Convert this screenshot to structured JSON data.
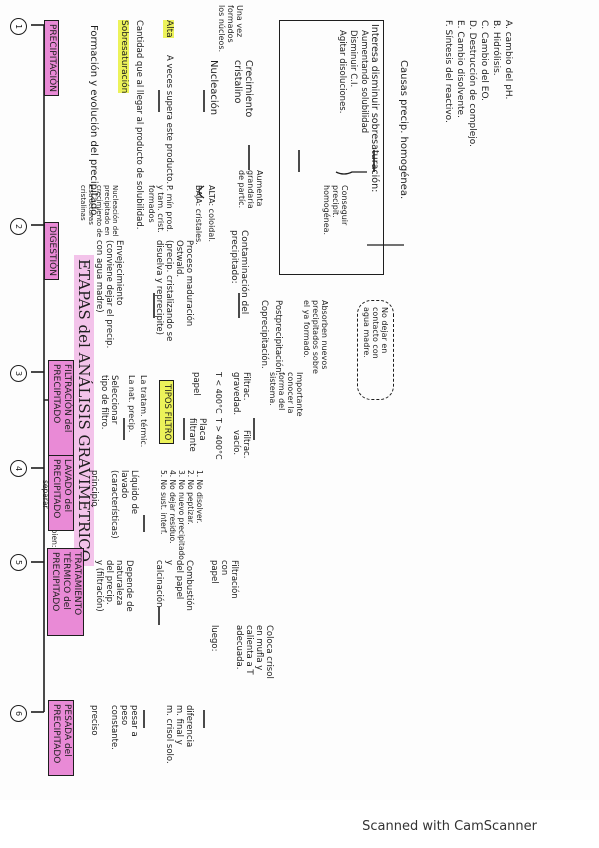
{
  "title": "ETAPAS del ANÁLISIS GRAVIMÉTRICO",
  "corner_note": "Si no sé tipo bien: solución para separar",
  "footer": "Scanned with CamScanner",
  "stages": [
    {
      "num": "1",
      "label": "PRECIPITACIÓN"
    },
    {
      "num": "2",
      "label": "DIGESTIÓN"
    },
    {
      "num": "3",
      "label": "FILTRACIÓN del PRECIPITADO"
    },
    {
      "num": "4",
      "label": "LAVADO del PRECIPITADO"
    },
    {
      "num": "5",
      "label": "TRATAMIENTO TÉRMICO del PRECIPITADO"
    },
    {
      "num": "6",
      "label": "PESADA del PRECIPITADO"
    }
  ],
  "precipitacion": {
    "formacion": "Formación y evolución del precipitado.",
    "nucleacion_detalle": [
      "Nucleación del",
      "precipitado en",
      "crecimiento de",
      "estructuras",
      "cristalinas"
    ],
    "pmin": [
      "P. mín prod.",
      "y tam. crist.",
      "formados"
    ],
    "sobresaturacion_label": "Sobresaturación",
    "sobresaturacion_def": "Cantidad que al llegar al producto de solubilidad.",
    "alta_label": "Alta",
    "alta_def": "A veces supera este producto.",
    "baja": "BAJA: cristales.",
    "alta_coloidal": "ALTA: coloidal.",
    "nucleacion": "Nucleación",
    "aumenta": [
      "Aumenta",
      "grandaria",
      "de partíc."
    ],
    "una_vez": [
      "Una vez",
      "formados",
      "los núcleos."
    ],
    "crecimiento": [
      "Crecimiento",
      "cristalino"
    ],
    "box_title": "Interesa disminuir sobresaturación:",
    "box_items": [
      "Aumentando solubilidad",
      "Disminuir C.I.",
      "Agitar disoluciones."
    ],
    "box_side": [
      "Conseguir",
      "precipit.",
      "homogénea."
    ],
    "causas_title": "Causas precip. homogénea.",
    "causas": [
      "A. cambio del pH.",
      "B. Hidrólisis.",
      "C. Cambio del EO.",
      "D. Destrucción de complejo.",
      "E. Cambio disolvente.",
      "F. Síntesis del reactivo."
    ]
  },
  "digestion": {
    "envejecimiento": [
      "Envejecimiento",
      "(conviene dejar el precip.",
      "con agua madre)"
    ],
    "proceso": [
      "Proceso maduración",
      "Ostwald.",
      "(precip. cristalizando se",
      "disuelva y reprecipite)"
    ],
    "contaminacion": [
      "Contaminación del",
      "precipitado:"
    ],
    "coprecipitacion": "Coprecipitación.",
    "postprecipitacion": "Postprecipitación:",
    "absorben": [
      "Absorben nuevos",
      "precipitados sobre",
      "el ya formado."
    ],
    "cloud": [
      "No dejar en",
      "contacto con",
      "agua madre."
    ]
  },
  "filtracion": {
    "seleccionar": [
      "Seleccionar",
      "tipo de filtro."
    ],
    "nat": "La nat. precip.",
    "tratam": "La tratam. térmic.",
    "tipos": "TIPOS FILTRO",
    "papel": "papel",
    "placa": [
      "Placa",
      "filtrante"
    ],
    "filtrac_g": [
      "Filtrac.",
      "gravedad."
    ],
    "filtrac_v": [
      "Filtrac.",
      "vacío."
    ],
    "t1": "T < 400°C",
    "t2": "T > 400°C",
    "importante": [
      "Importante",
      "conocer la",
      "forma del",
      "sistema."
    ]
  },
  "lavado": {
    "liquido": [
      "Líquido de",
      "lavado",
      "(características)"
    ],
    "reqs": [
      "1. No disolver.",
      "2. No peptizar.",
      "3. No nuevo precipitado.",
      "4. No dejar residuo.",
      "5. No sust. interf."
    ],
    "principio": "principio"
  },
  "tratamiento": {
    "depende": [
      "Depende de",
      "naturaleza",
      "del precip.",
      "y (filtración)"
    ],
    "combustion": [
      "Combustión",
      "del papel",
      "y",
      "calcinación"
    ],
    "filtracion_con": [
      "Filtración",
      "con",
      "papel"
    ],
    "luego": "luego:",
    "crisol": [
      "Coloca crisol",
      "en mufla y",
      "calienta a T",
      "adecuada."
    ]
  },
  "pesada": {
    "preciso": "preciso",
    "pesar": [
      "pesar a",
      "peso",
      "constante."
    ],
    "diferencia": [
      "diferencia",
      "m. final y",
      "m. crisol solo."
    ]
  }
}
